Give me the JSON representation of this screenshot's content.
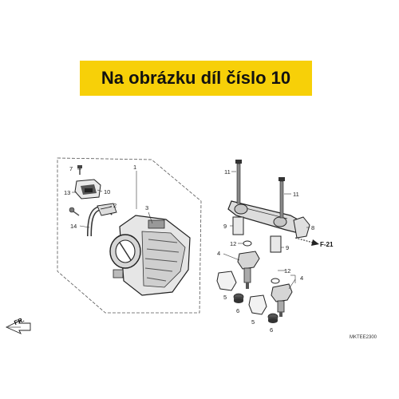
{
  "banner": {
    "text": "Na obrázku díl číslo 10",
    "color": "#f7d008"
  },
  "callouts": {
    "c1": "1",
    "c2": "2",
    "c3": "3",
    "c4a": "4",
    "c4b": "4",
    "c5a": "5",
    "c5b": "5",
    "c6a": "6",
    "c6b": "6",
    "c7": "7",
    "c8": "8",
    "c9a": "9",
    "c9b": "9",
    "c10": "10",
    "c11a": "11",
    "c11b": "11",
    "c12a": "12",
    "c12b": "12",
    "c13": "13",
    "c14": "14"
  },
  "ref": {
    "f21": "F-21",
    "fr": "FR."
  },
  "diagram_code": "MKTEE2300"
}
